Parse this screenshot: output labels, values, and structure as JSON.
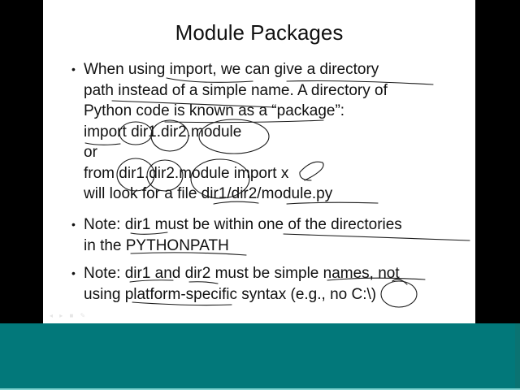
{
  "slide": {
    "title": "Module Packages",
    "bullets": [
      {
        "lines": [
          "When using import, we can give a directory",
          "path instead of a simple name.  A directory of",
          "Python code is known as a “package”:",
          "import dir1.dir2.module",
          "or",
          "from dir1.dir2.module import x",
          "will look for a file dir1/dir2/module.py"
        ]
      },
      {
        "lines": [
          "Note: dir1 must be within one of the directories",
          "in the PYTHONPATH"
        ]
      },
      {
        "lines": [
          "Note: dir1 and dir2 must be simple names, not",
          "using platform-specific syntax (e.g., no C:\\)"
        ]
      }
    ],
    "bullet_glyph": "•",
    "nav_icons": [
      "prev-arrow",
      "next-arrow",
      "menu",
      "pen"
    ],
    "nav_glyphs": "◂ ▸ ■ ✎"
  },
  "colors": {
    "background": "#000000",
    "slide": "#ffffff",
    "text": "#111111",
    "ink": "#1a1a1a",
    "teal_band": "#02787a"
  }
}
